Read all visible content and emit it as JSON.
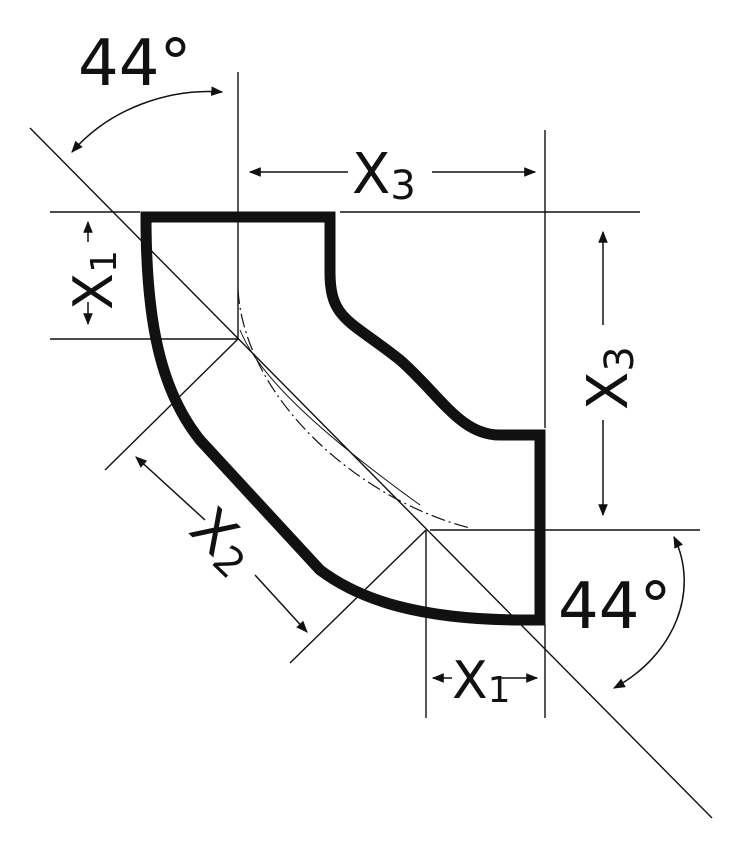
{
  "diagram": {
    "angle_top": "44°",
    "angle_bottom": "44°",
    "dim_x3_horizontal": {
      "letter": "X",
      "sub": "3"
    },
    "dim_x3_vertical": {
      "letter": "X",
      "sub": "3"
    },
    "dim_x1_left": {
      "letter": "X",
      "sub": "1"
    },
    "dim_x1_bottom": {
      "letter": "X",
      "sub": "1"
    },
    "dim_x2_diagonal": {
      "letter": "X",
      "sub": "2"
    }
  }
}
